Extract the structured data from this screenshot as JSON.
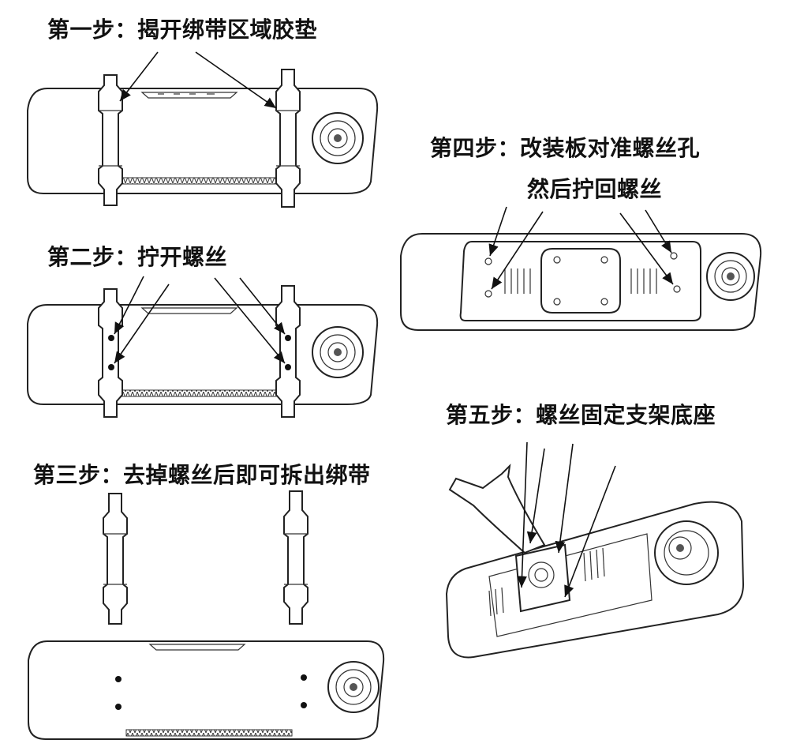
{
  "steps": {
    "step1": "第一步：揭开绑带区域胶垫",
    "step2": "第二步：拧开螺丝",
    "step3": "第三步：去掉螺丝后即可拆出绑带",
    "step4_line1": "第四步：改装板对准螺丝孔",
    "step4_line2": "然后拧回螺丝",
    "step5": "第五步：螺丝固定支架底座"
  },
  "icons": {
    "mirror": "rearview-mirror-drawing",
    "strap": "rubber-strap-drawing",
    "camera": "camera-lens-drawing",
    "bracket": "adapter-plate-drawing",
    "mount": "mount-base-drawing"
  },
  "colors": {
    "line": "#222222",
    "text": "#111111",
    "background": "#ffffff"
  }
}
